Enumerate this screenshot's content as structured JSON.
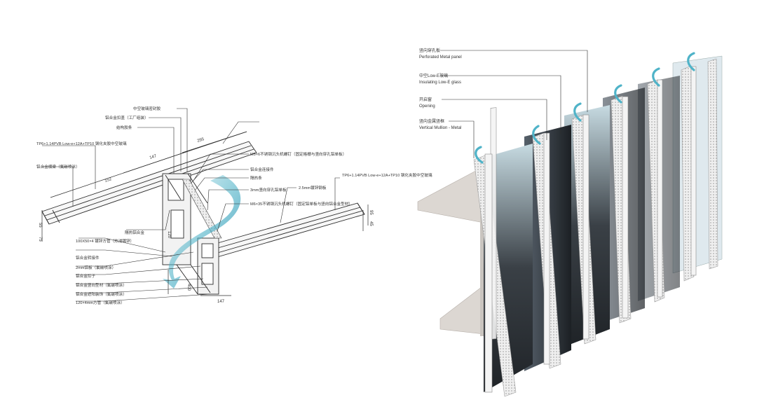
{
  "left_section": {
    "labels": [
      "中空玻璃密封胶",
      "铝合金扣盖（工厂组装）",
      "结构胶条",
      "TP6+1.14PVB Low-e+12A+TP10 钢化夹胶中空玻璃",
      "铝合金横梁（氟碳喷涂）",
      "M5×6不锈钢沉头机螺钉（固定格栅与竖向穿孔铝单板）",
      "铝合金连接件",
      "隔热条",
      "3mm竖向穿孔铝单板",
      "M6×35不锈钢沉头机螺钉（固定铝单板与竖向铝合金型材）",
      "TP6+1.14PVB Low-e+12A+TP10 钢化夹胶中空玻璃",
      "2.5mm镀锌钢板",
      "隔热铝合金",
      "100X50×4 镀锌方管（热浸镀锌）",
      "铝合金转接件",
      "2mm铝板（氟碳喷涂）",
      "铝合金扣子",
      "铝合金竖向型材（氟碳喷涂）",
      "铝合金遮阳装饰（氟碳喷涂）",
      "120×4mm方管（氟碳喷涂）"
    ],
    "dimensions": [
      "147",
      "295",
      "152",
      "147",
      "400",
      "120",
      "55",
      "75",
      "95",
      "45"
    ]
  },
  "right_section": {
    "labels": [
      {
        "cn": "竖向穿孔板",
        "en": "Perforated Metal panel"
      },
      {
        "cn": "中空Low-E玻璃",
        "en": "Insulating Low-E glass"
      },
      {
        "cn": "开启窗",
        "en": "Opening"
      },
      {
        "cn": "竖向金属竖框",
        "en": "Vertical Mullion - Metal"
      }
    ]
  },
  "colors": {
    "line": "#2b2b2b",
    "airflow": "#4fb3c8",
    "glass_dark": "#2f3439",
    "glass_light": "#cfe3ea",
    "panel": "#e9e9e9",
    "slab": "#d9d4cf"
  }
}
